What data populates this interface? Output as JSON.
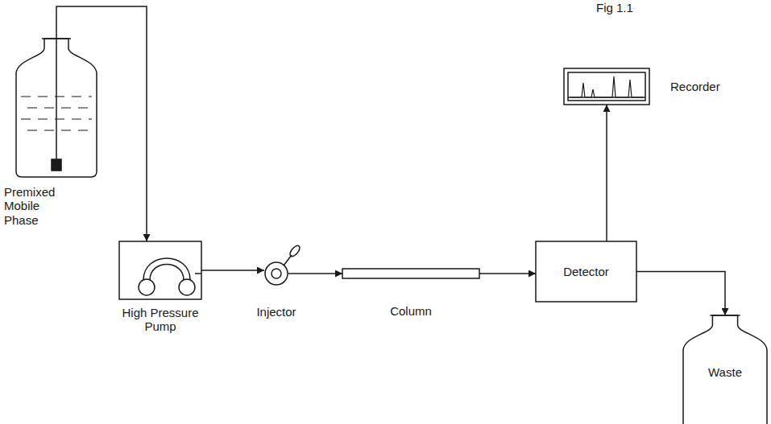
{
  "diagram": {
    "title": "Fig 1.1",
    "nodes": [
      {
        "text": [
          "Premixed Mobile Phase"
        ]
      },
      {
        "text": [
          "High Pressure Pump"
        ]
      },
      {
        "text": [
          "Injector"
        ]
      },
      {
        "text": [
          "Column"
        ]
      },
      {
        "text": [
          "Detector"
        ]
      },
      {
        "text": [
          "Recorder"
        ]
      },
      {
        "text": [
          "Waste"
        ]
      }
    ],
    "edges": [
      {
        "from": 0,
        "to": 1,
        "arrow": "to"
      },
      {
        "from": 1,
        "to": 2,
        "arrow": "to"
      },
      {
        "from": 2,
        "to": 3,
        "arrow": "to"
      },
      {
        "from": 3,
        "to": 4,
        "arrow": "to"
      },
      {
        "from": 4,
        "to": 5,
        "arrow": "to"
      },
      {
        "from": 4,
        "to": 6,
        "arrow": "to"
      }
    ]
  }
}
